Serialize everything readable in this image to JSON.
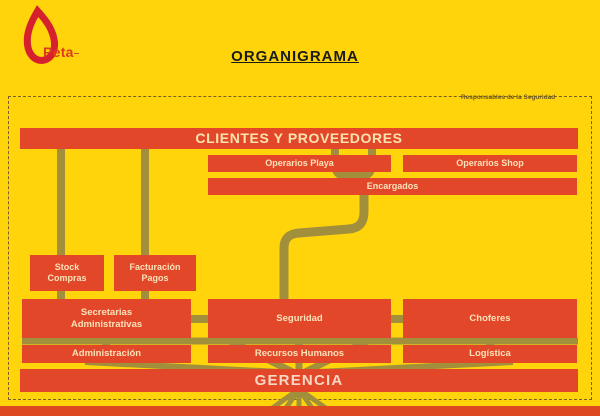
{
  "header": {
    "logo_text": "Peta",
    "logo_mark": "–",
    "title": "ORGANIGRAMA"
  },
  "panel": {
    "corner_label": "Responsables de la Seguridad"
  },
  "org": {
    "top_bar": "CLIENTES Y PROVEEDORES",
    "operarios_playa": "Operarios Playa",
    "operarios_shop": "Operarios Shop",
    "encargados": "Encargados",
    "stock_compras": "Stock\nCompras",
    "facturacion_pagos": "Facturación\nPagos",
    "secretarias_administrativas": "Secretarias\nAdministrativas",
    "seguridad": "Seguridad",
    "choferes": "Choferes",
    "administracion": "Administración",
    "recursos_humanos": "Recursos Humanos",
    "logistica": "Logística",
    "gerencia": "GERENCIA"
  },
  "colors": {
    "background_yellow": "#FFD40A",
    "node_red": "#E2472A",
    "node_text": "#FBE2B8",
    "connector_olive": "#A28F3C",
    "panel_border": "#7A5E2A",
    "logo_red": "#D6202E",
    "title_dark": "#1B1B1B",
    "bottom_strip_red": "#DD4A22"
  }
}
